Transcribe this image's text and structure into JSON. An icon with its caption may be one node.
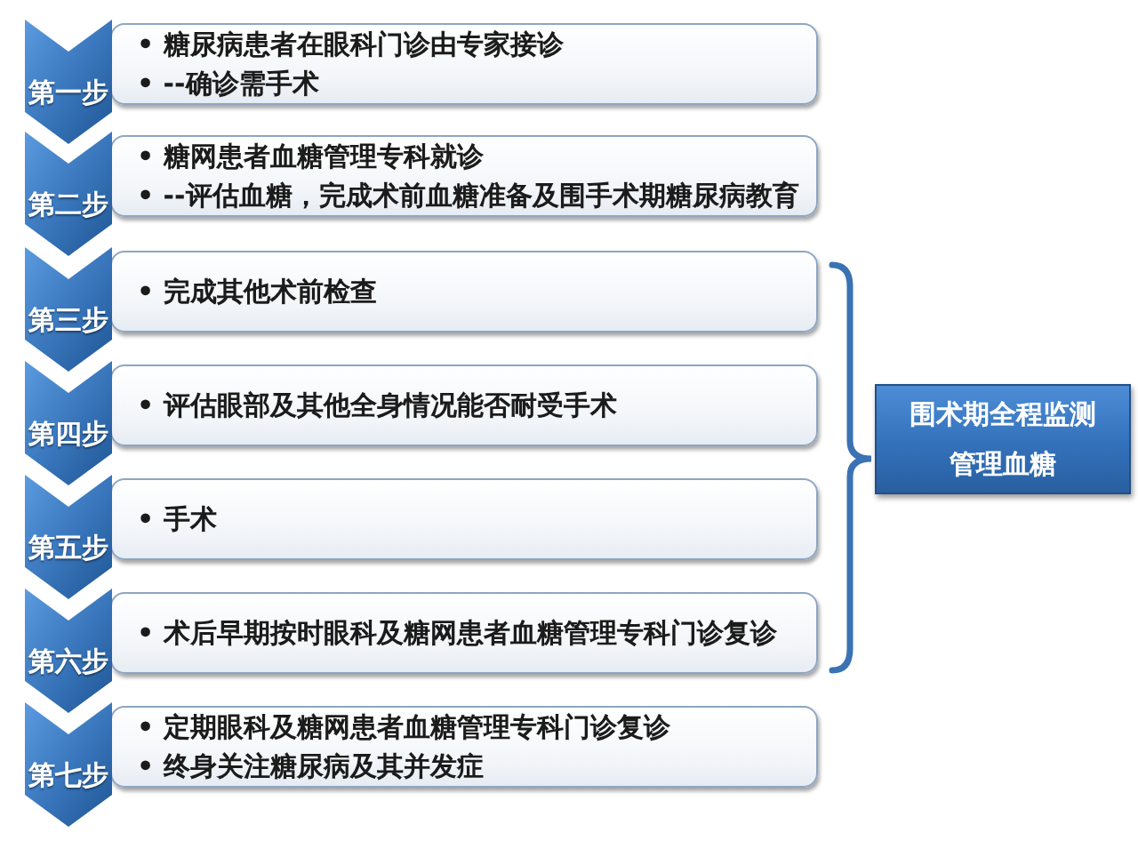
{
  "diagram": {
    "nodes": [
      {
        "text": [
          "第一步"
        ]
      },
      {
        "text": [
          "• 糖尿病患者在眼科门诊由专家接诊",
          "• --确诊需手术"
        ]
      },
      {
        "text": [
          "第二步"
        ]
      },
      {
        "text": [
          "• 糖网患者血糖管理专科就诊",
          "• --评估血糖，完成术前血糖准备及围手术期糖尿病教育"
        ]
      },
      {
        "text": [
          "第三步"
        ]
      },
      {
        "text": [
          "• 完成其他术前检查"
        ]
      },
      {
        "text": [
          "第四步"
        ]
      },
      {
        "text": [
          "• 评估眼部及其他全身情况能否耐受手术"
        ]
      },
      {
        "text": [
          "第五步"
        ]
      },
      {
        "text": [
          "• 手术"
        ]
      },
      {
        "text": [
          "第六步"
        ]
      },
      {
        "text": [
          "• 术后早期按时眼科及糖网患者血糖管理专科门诊复诊"
        ]
      },
      {
        "text": [
          "第七步"
        ]
      },
      {
        "text": [
          "• 定期眼科及糖网患者血糖管理专科门诊复诊",
          "• 终身关注糖尿病及其并发症"
        ]
      },
      {
        "text": [
          "围术期全程监测管理血糖"
        ]
      }
    ]
  }
}
